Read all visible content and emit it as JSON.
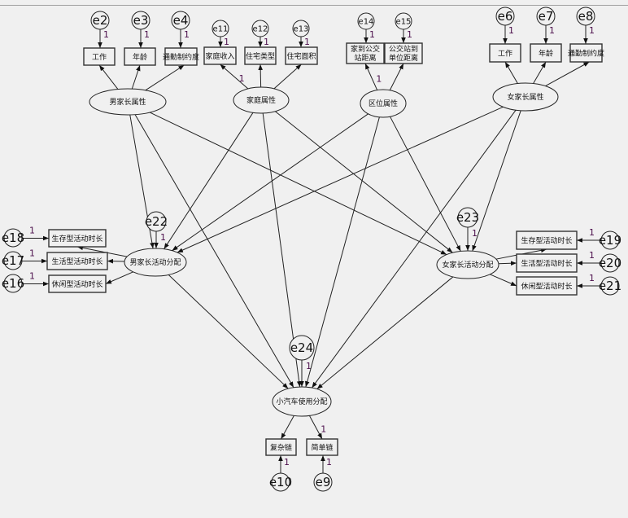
{
  "diagram": {
    "type": "structural-equation-model",
    "latents": [
      {
        "id": "male_attr",
        "label": "男家长属性"
      },
      {
        "id": "family_attr",
        "label": "家庭属性"
      },
      {
        "id": "location_attr",
        "label": "区位属性"
      },
      {
        "id": "female_attr",
        "label": "女家长属性"
      },
      {
        "id": "male_act",
        "label": "男家长活动分配"
      },
      {
        "id": "female_act",
        "label": "女家长活动分配"
      },
      {
        "id": "car_use",
        "label": "小汽车使用分配"
      }
    ],
    "observed": [
      {
        "id": "m_work",
        "label": "工作",
        "error": "e2",
        "factor": "male_attr"
      },
      {
        "id": "m_age",
        "label": "年龄",
        "error": "e3",
        "factor": "male_attr"
      },
      {
        "id": "m_commute",
        "label": "通勤制约度",
        "error": "e4",
        "factor": "male_attr"
      },
      {
        "id": "f_income",
        "label": "家庭收入",
        "error": "e11",
        "factor": "family_attr",
        "loading_label": "1"
      },
      {
        "id": "f_housetype",
        "label": "住宅类型",
        "error": "e12",
        "factor": "family_attr"
      },
      {
        "id": "f_housearea",
        "label": "住宅面积",
        "error": "e13",
        "factor": "family_attr"
      },
      {
        "id": "l_home_bus",
        "label": [
          "家到公交",
          "站距离"
        ],
        "error": "e14",
        "factor": "location_attr",
        "loading_label": "1"
      },
      {
        "id": "l_bus_work",
        "label": [
          "公交站到",
          "单位距离"
        ],
        "error": "e15",
        "factor": "location_attr"
      },
      {
        "id": "w_work",
        "label": "工作",
        "error": "e6",
        "factor": "female_attr"
      },
      {
        "id": "w_age",
        "label": "年龄",
        "error": "e7",
        "factor": "female_attr"
      },
      {
        "id": "w_commute",
        "label": "通勤制约度",
        "error": "e8",
        "factor": "female_attr"
      },
      {
        "id": "ma_survive",
        "label": "生存型活动时长",
        "error": "e18",
        "factor": "male_act"
      },
      {
        "id": "ma_life",
        "label": "生活型活动时长",
        "error": "e17",
        "factor": "male_act"
      },
      {
        "id": "ma_leisure",
        "label": "休闲型活动时长",
        "error": "e16",
        "factor": "male_act"
      },
      {
        "id": "wa_survive",
        "label": "生存型活动时长",
        "error": "e19",
        "factor": "female_act"
      },
      {
        "id": "wa_life",
        "label": "生活型活动时长",
        "error": "e20",
        "factor": "female_act"
      },
      {
        "id": "wa_leisure",
        "label": "休闲型活动时长",
        "error": "e21",
        "factor": "female_act"
      },
      {
        "id": "car_complex",
        "label": "复杂链",
        "error": "e10",
        "factor": "car_use"
      },
      {
        "id": "car_simple",
        "label": "简单链",
        "error": "e9",
        "factor": "car_use",
        "loading_label": "1"
      }
    ],
    "disturbances": [
      {
        "id": "e22",
        "target": "male_act"
      },
      {
        "id": "e23",
        "target": "female_act"
      },
      {
        "id": "e24",
        "target": "car_use"
      }
    ],
    "structural_paths": [
      [
        "male_attr",
        "male_act"
      ],
      [
        "family_attr",
        "male_act"
      ],
      [
        "location_attr",
        "male_act"
      ],
      [
        "female_attr",
        "male_act"
      ],
      [
        "male_attr",
        "female_act"
      ],
      [
        "family_attr",
        "female_act"
      ],
      [
        "location_attr",
        "female_act"
      ],
      [
        "female_attr",
        "female_act"
      ],
      [
        "male_act",
        "car_use"
      ],
      [
        "male_attr",
        "car_use"
      ],
      [
        "family_attr",
        "car_use"
      ],
      [
        "location_attr",
        "car_use"
      ],
      [
        "female_attr",
        "car_use"
      ],
      [
        "female_act",
        "car_use"
      ]
    ],
    "fixed_weight_label": "1"
  }
}
